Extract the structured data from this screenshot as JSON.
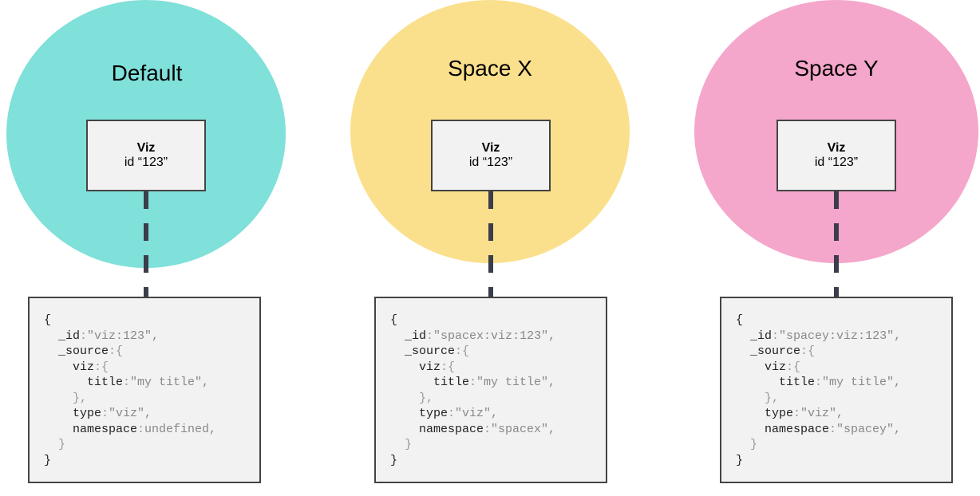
{
  "colors": {
    "default": "#80e0da",
    "spacex": "#fae08c",
    "spacey": "#f5a6cb"
  },
  "spaces": [
    {
      "title": "Default",
      "viz": {
        "title": "Viz",
        "id": "id “123”"
      },
      "doc": {
        "open": "{",
        "id_key": "_id",
        "id_value": "\"viz:123\",",
        "source_key": "_source",
        "source_open": ":{",
        "viz_key": "viz",
        "viz_open": ":{",
        "title_key": "title",
        "title_value": "\"my title\",",
        "viz_close": "},",
        "type_key": "type",
        "type_value": "\"viz\",",
        "namespace_key": "namespace",
        "namespace_value": "undefined,",
        "source_close": "}",
        "close": "}"
      }
    },
    {
      "title": "Space X",
      "viz": {
        "title": "Viz",
        "id": "id “123”"
      },
      "doc": {
        "open": "{",
        "id_key": "_id",
        "id_value": "\"spacex:viz:123\",",
        "source_key": "_source",
        "source_open": ":{",
        "viz_key": "viz",
        "viz_open": ":{",
        "title_key": "title",
        "title_value": "\"my title\",",
        "viz_close": "},",
        "type_key": "type",
        "type_value": "\"viz\",",
        "namespace_key": "namespace",
        "namespace_value": "\"spacex\",",
        "source_close": "}",
        "close": "}"
      }
    },
    {
      "title": "Space Y",
      "viz": {
        "title": "Viz",
        "id": "id “123”"
      },
      "doc": {
        "open": "{",
        "id_key": "_id",
        "id_value": "\"spacey:viz:123\",",
        "source_key": "_source",
        "source_open": ":{",
        "viz_key": "viz",
        "viz_open": ":{",
        "title_key": "title",
        "title_value": "\"my title\",",
        "viz_close": "},",
        "type_key": "type",
        "type_value": "\"viz\",",
        "namespace_key": "namespace",
        "namespace_value": "\"spacey\",",
        "source_close": "}",
        "close": "}"
      }
    }
  ]
}
